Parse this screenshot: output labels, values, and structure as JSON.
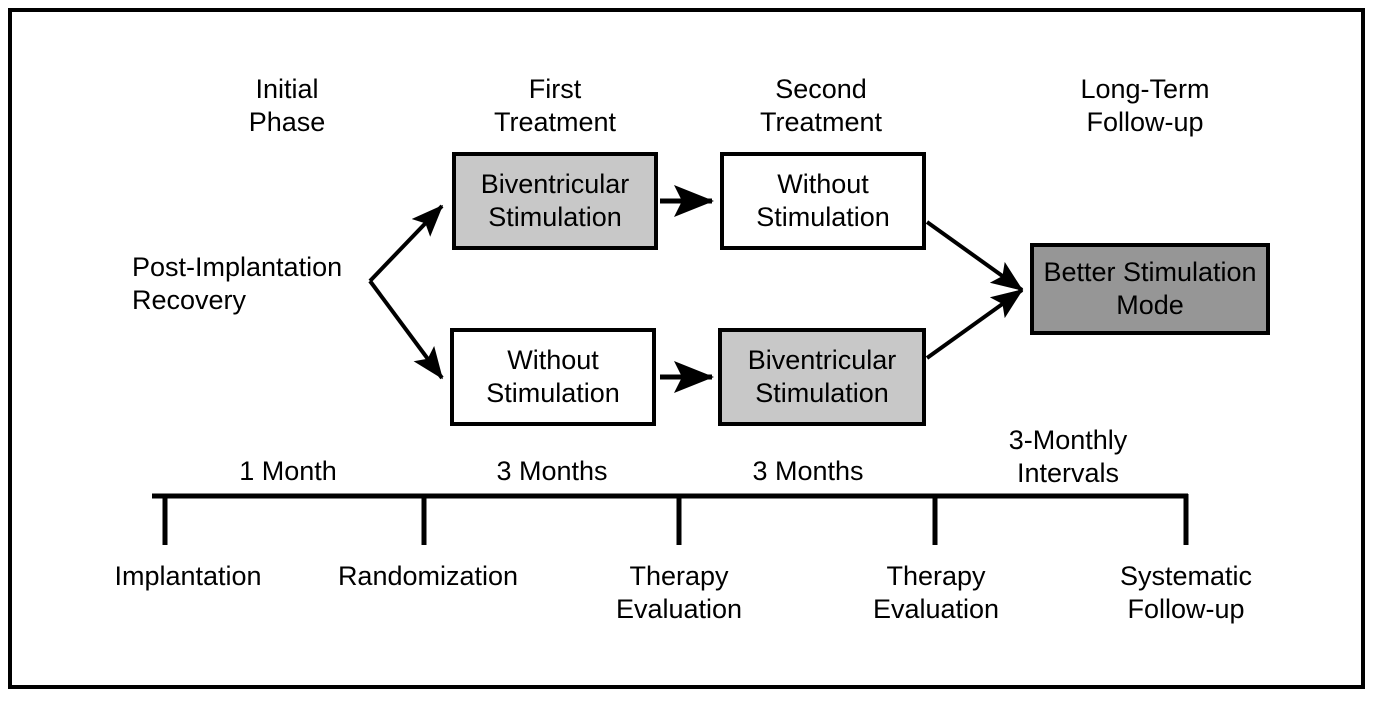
{
  "figure": {
    "colors": {
      "stroke": "#000000",
      "background": "#ffffff",
      "light_gray_fill": "#c8c8c8",
      "dark_gray_fill": "#969696"
    }
  },
  "columns": [
    {
      "label": "Initial\nPhase"
    },
    {
      "label": "First\nTreatment"
    },
    {
      "label": "Second\nTreatment"
    },
    {
      "label": "Long-Term\nFollow-up"
    }
  ],
  "start_label": "Post-Implantation\nRecovery",
  "boxes": [
    {
      "label": "Biventricular\nStimulation",
      "fill": "light"
    },
    {
      "label": "Without\nStimulation",
      "fill": "white"
    },
    {
      "label": "Without\nStimulation",
      "fill": "white"
    },
    {
      "label": "Biventricular\nStimulation",
      "fill": "light"
    },
    {
      "label": "Better Stimulation\nMode",
      "fill": "dark"
    }
  ],
  "timeline": {
    "intervals": [
      {
        "label": "1 Month"
      },
      {
        "label": "3 Months"
      },
      {
        "label": "3 Months"
      },
      {
        "label": "3-Monthly\nIntervals"
      }
    ],
    "ticks": [
      {
        "label": "Implantation"
      },
      {
        "label": "Randomization"
      },
      {
        "label": "Therapy\nEvaluation"
      },
      {
        "label": "Therapy\nEvaluation"
      },
      {
        "label": "Systematic\nFollow-up"
      }
    ]
  }
}
